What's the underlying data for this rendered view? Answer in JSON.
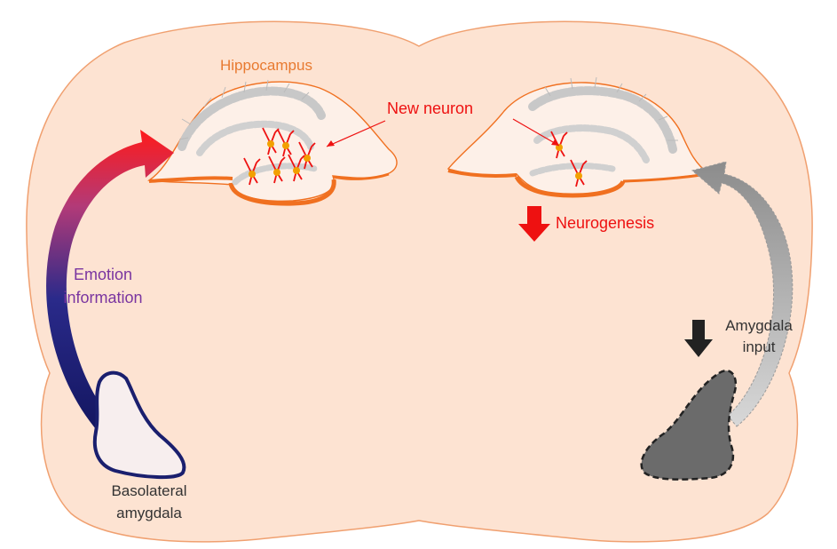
{
  "labels": {
    "hippocampus": "Hippocampus",
    "new_neuron": "New neuron",
    "neurogenesis": "Neurogenesis",
    "emotion_line1": "Emotion",
    "emotion_line2": "information",
    "amygdala_input_line1": "Amygdala",
    "amygdala_input_line2": "input",
    "basolateral_line1": "Basolateral",
    "basolateral_line2": "amygdala"
  },
  "colors": {
    "brain_fill": "#fde3d2",
    "brain_outline": "#f0a070",
    "hippocampus_fill": "#fdf0e8",
    "hippocampus_outline": "#f07020",
    "label_orange": "#e87a30",
    "label_red": "#ee1111",
    "label_purple": "#7a35a0",
    "label_dark": "#333333",
    "arrow_red": "#ee1111",
    "arrow_navy": "#1a1f6e",
    "arrow_gray": "#9a9a9a",
    "amygdala_healthy": "#f7eeee",
    "amygdala_affected": "#6b6b6b"
  }
}
